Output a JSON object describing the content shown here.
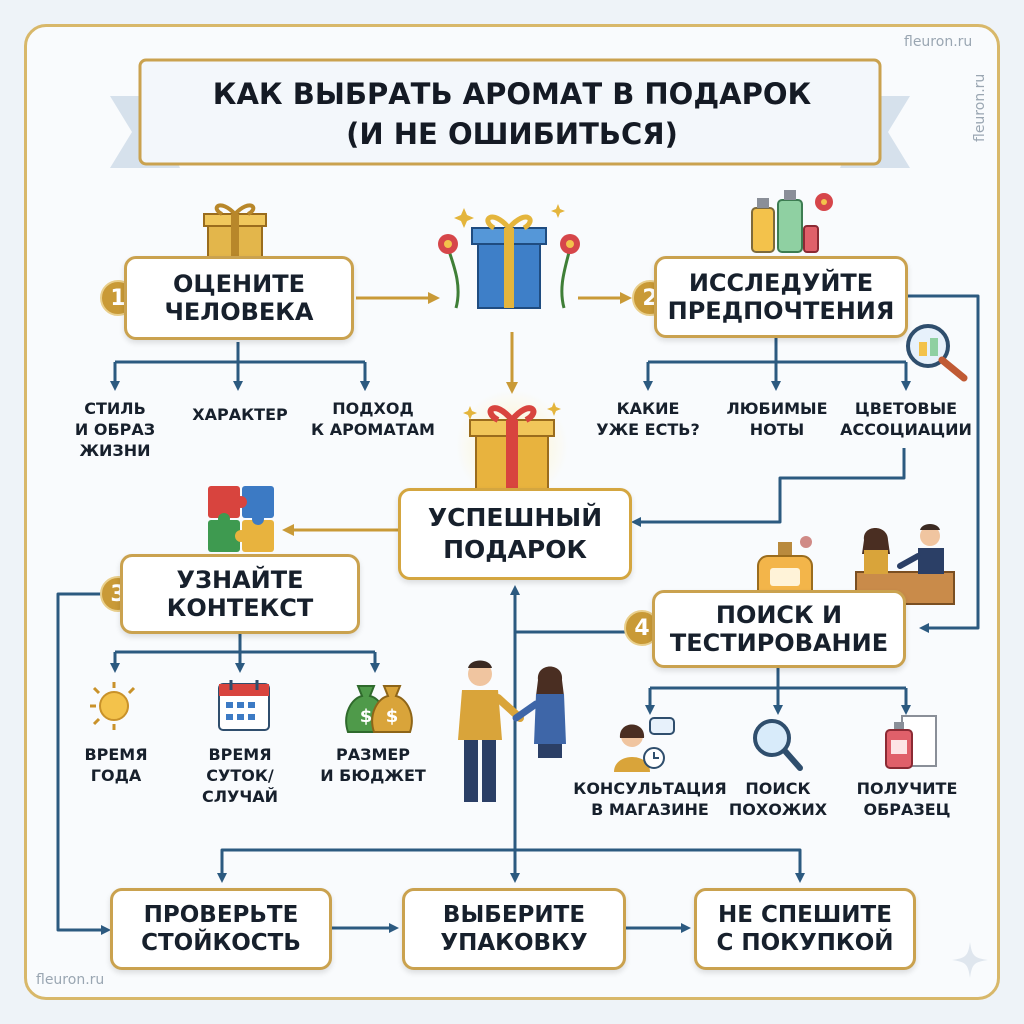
{
  "title": "КАК ВЫБРАТЬ АРОМАТ В ПОДАРОК\n(И НЕ ОШИБИТЬСЯ)",
  "watermark": "fleuron.ru",
  "steps": [
    {
      "number": "1",
      "title": "ОЦЕНИТЕ\nЧЕЛОВЕКА",
      "items": [
        "СТИЛЬ\nИ ОБРАЗ\nЖИЗНИ",
        "ХАРАКТЕР",
        "ПОДХОД\nК АРОМАТАМ"
      ]
    },
    {
      "number": "2",
      "title": "ИССЛЕДУЙТЕ\nПРЕДПОЧТЕНИЯ",
      "items": [
        "КАКИЕ\nУЖЕ ЕСТЬ?",
        "ЛЮБИМЫЕ\nНОТЫ",
        "ЦВЕТОВЫЕ\nАССОЦИАЦИИ"
      ]
    },
    {
      "number": "3",
      "title": "УЗНАЙТЕ\nКОНТЕКСТ",
      "items": [
        "ВРЕМЯ\nГОДА",
        "ВРЕМЯ\nСУТОК/\nСЛУЧАЙ",
        "РАЗМЕР\nИ БЮДЖЕТ"
      ]
    },
    {
      "number": "4",
      "title": "ПОИСК И\nТЕСТИРОВАНИЕ",
      "items": [
        "КОНСУЛЬТАЦИЯ\nВ МАГАЗИНЕ",
        "ПОИСК\nПОХОЖИХ",
        "ПОЛУЧИТЕ\nОБРАЗЕЦ"
      ]
    }
  ],
  "center": "УСПЕШНЫЙ\nПОДАРОК",
  "bottom": [
    "ПРОВЕРЬТЕ\nСТОЙКОСТЬ",
    "ВЫБЕРИТЕ\nУПАКОВКУ",
    "НЕ СПЕШИТЕ\nС ПОКУПКОЙ"
  ],
  "colors": {
    "gold": "#c99a37",
    "arrow": "#2c5a80",
    "text": "#17202c"
  }
}
